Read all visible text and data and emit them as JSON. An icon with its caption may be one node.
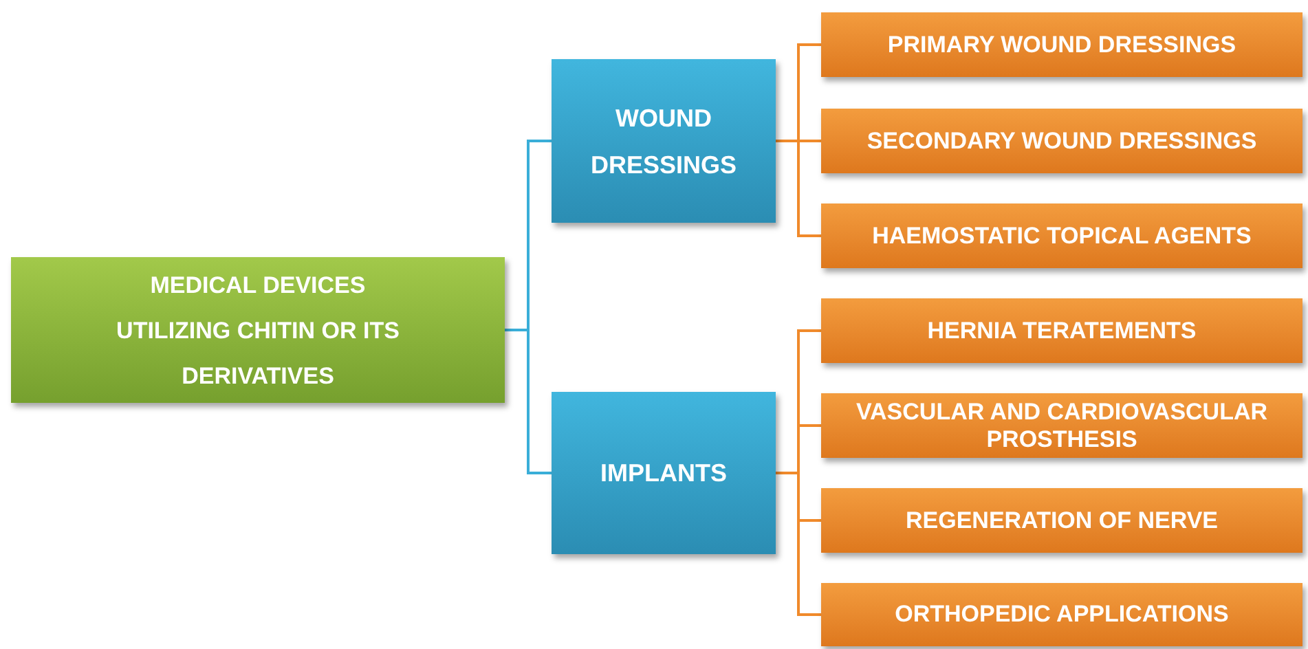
{
  "diagram": {
    "nodes": [
      {
        "text": [
          "MEDICAL DEVICES UTILIZING CHITIN OR ITS DERIVATIVES"
        ]
      },
      {
        "text": [
          "WOUND DRESSINGS"
        ]
      },
      {
        "text": [
          "IMPLANTS"
        ]
      },
      {
        "text": [
          "PRIMARY WOUND DRESSINGS"
        ]
      },
      {
        "text": [
          "SECONDARY WOUND DRESSINGS"
        ]
      },
      {
        "text": [
          "HAEMOSTATIC TOPICAL AGENTS"
        ]
      },
      {
        "text": [
          "HERNIA TERATEMENTS"
        ]
      },
      {
        "text": [
          "VASCULAR AND CARDIOVASCULAR PROSTHESIS"
        ]
      },
      {
        "text": [
          "REGENERATION OF NERVE"
        ]
      },
      {
        "text": [
          "ORTHOPEDIC APPLICATIONS"
        ]
      }
    ],
    "edges": [
      {
        "from": 0,
        "to": 1,
        "arrow": "none",
        "color": "#3aaed8"
      },
      {
        "from": 0,
        "to": 2,
        "arrow": "none",
        "color": "#3aaed8"
      },
      {
        "from": 1,
        "to": 3,
        "arrow": "none"
      },
      {
        "from": 1,
        "to": 4,
        "arrow": "none"
      },
      {
        "from": 1,
        "to": 5,
        "arrow": "none"
      },
      {
        "from": 2,
        "to": 6,
        "arrow": "none"
      },
      {
        "from": 2,
        "to": 7,
        "arrow": "none"
      },
      {
        "from": 2,
        "to": 8,
        "arrow": "none"
      },
      {
        "from": 2,
        "to": 9,
        "arrow": "none"
      }
    ]
  }
}
